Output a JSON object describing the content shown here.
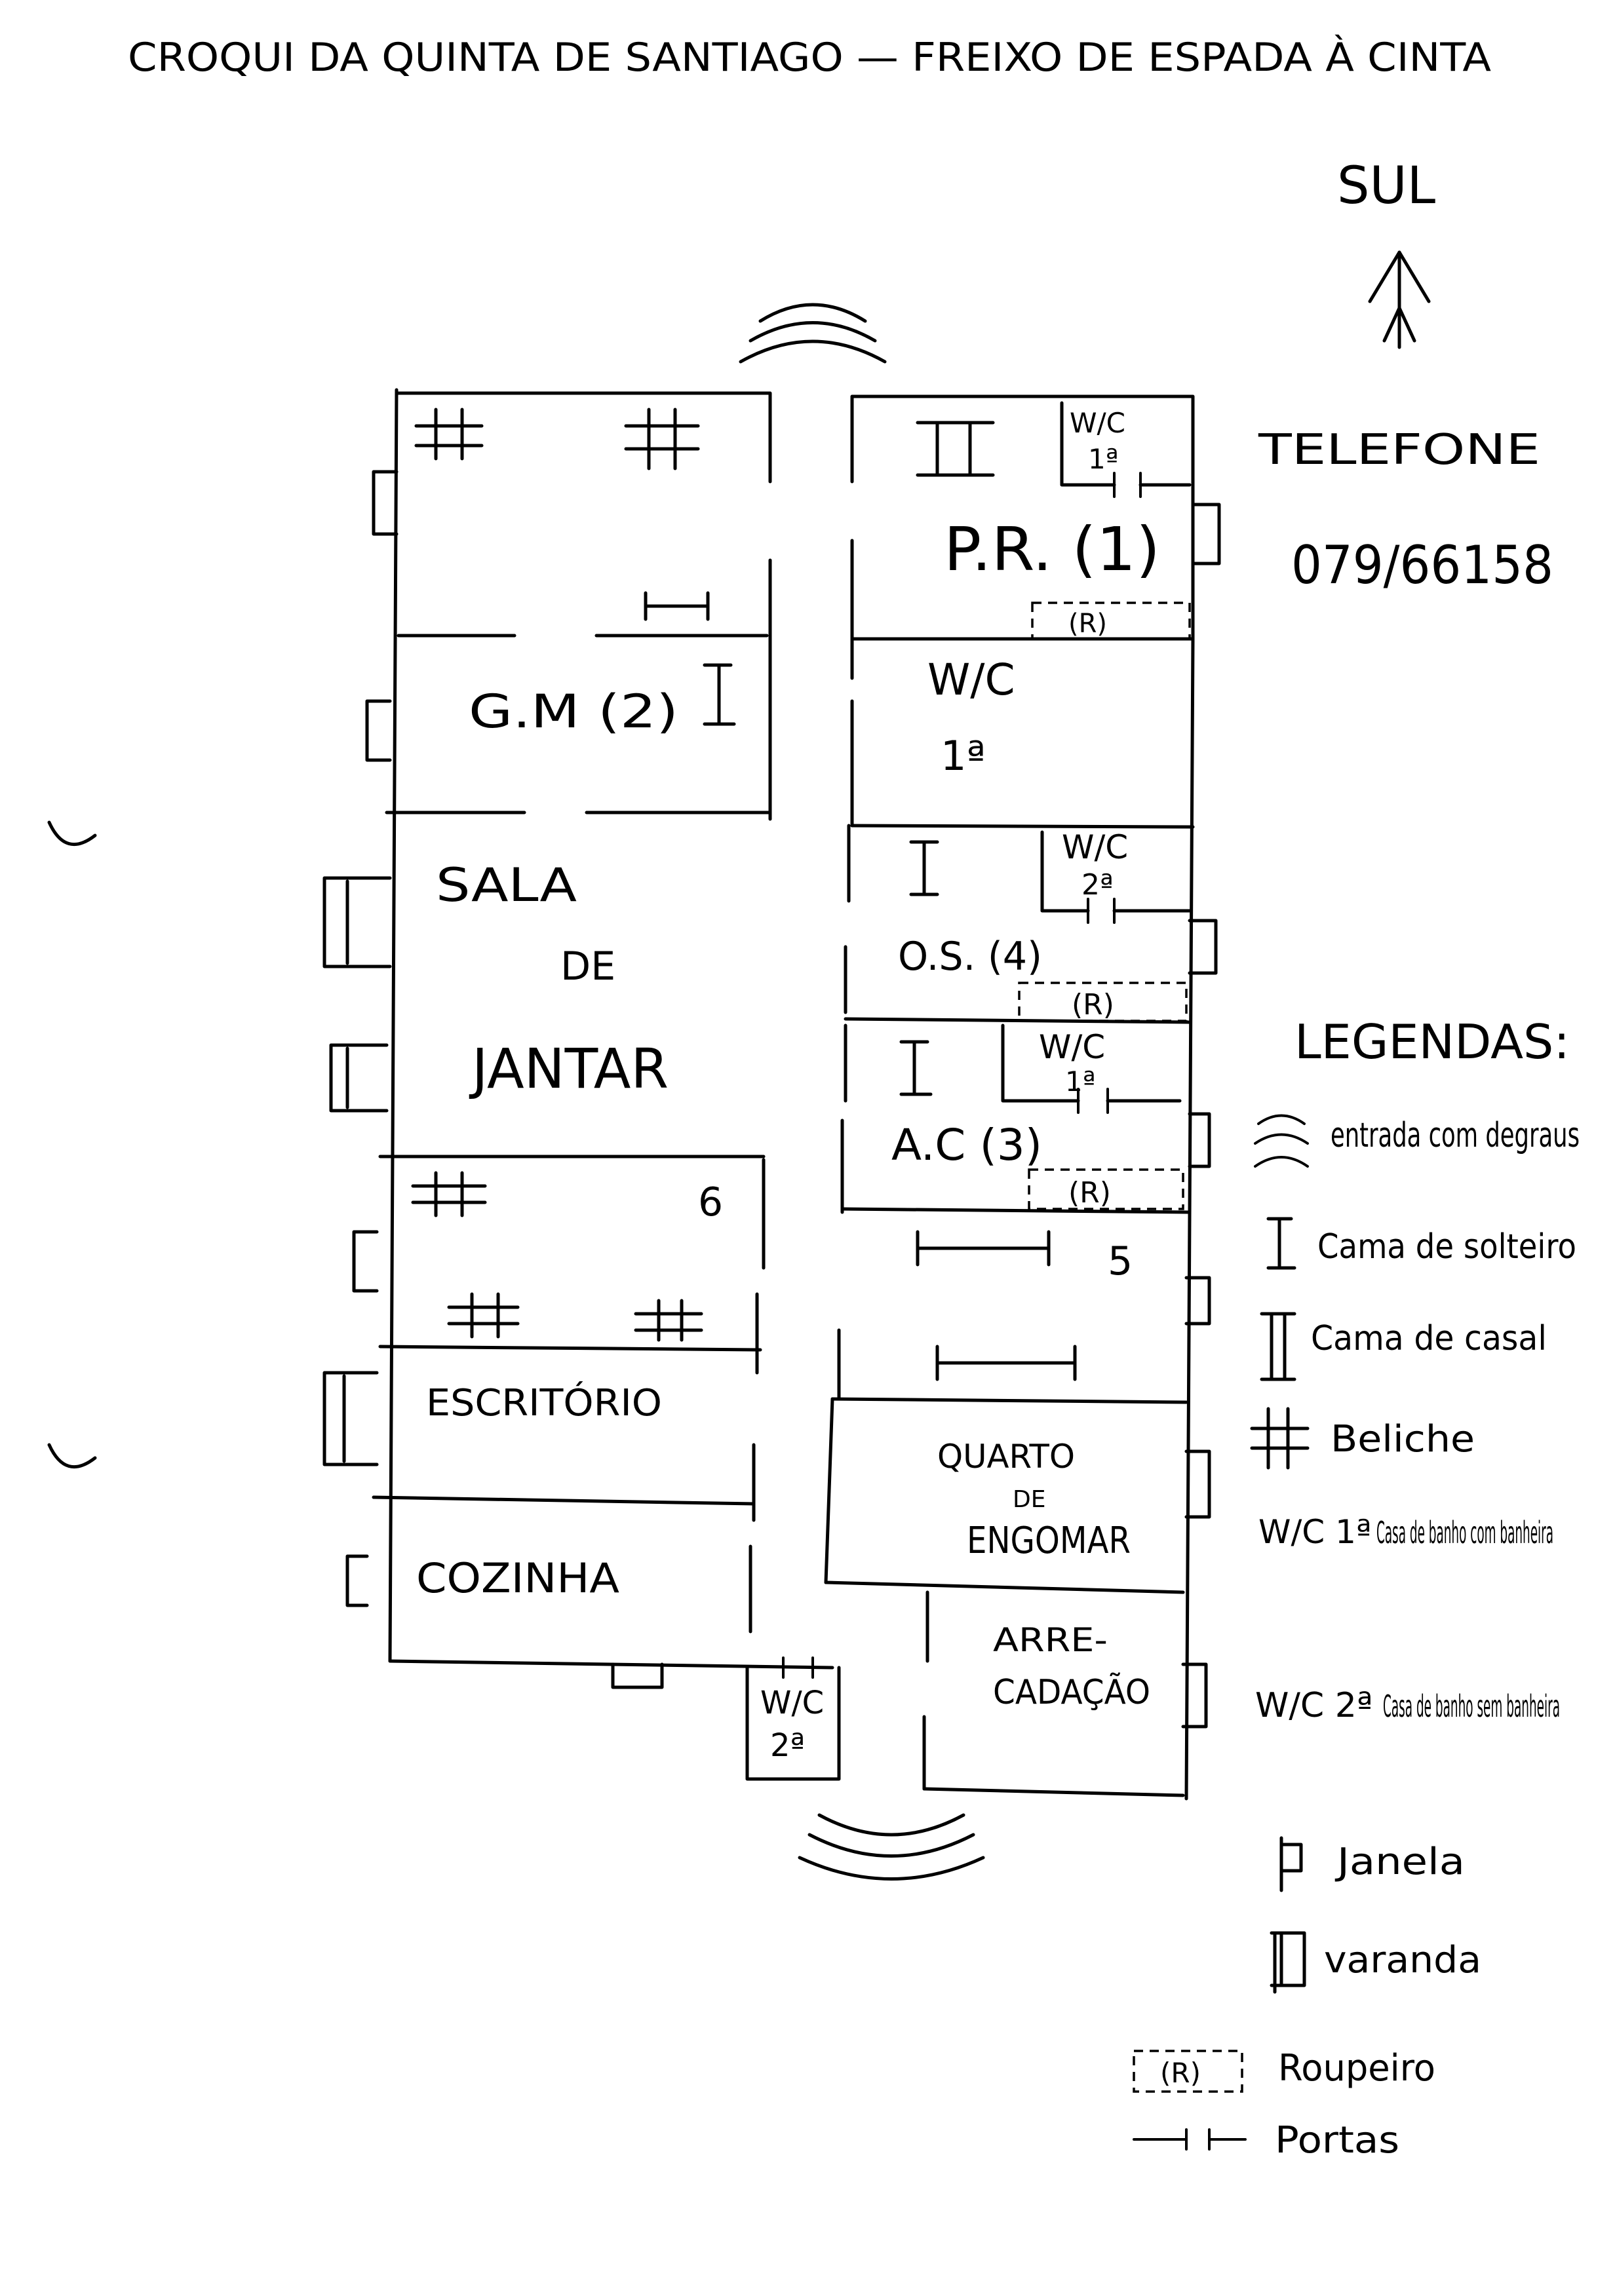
{
  "title": "CROQUI DA QUINTA DE SANTIAGO — FREIXO DE ESPADA À CINTA",
  "orientation": "SUL",
  "telefone": {
    "label": "TELEFONE",
    "number": "079/66158"
  },
  "rooms": {
    "pr": "P.R. (1)",
    "pr_wc": "W/C",
    "pr_wc_sub": "1ª",
    "gm": "G.M (2)",
    "wc_big": "W/C",
    "wc_big_sub": "1ª",
    "sala_1": "SALA",
    "sala_2": "DE",
    "sala_3": "JANTAR",
    "os": "O.S. (4)",
    "os_wc": "W/C",
    "os_wc_sub": "2ª",
    "ac": "A.C (3)",
    "ac_wc": "W/C",
    "ac_wc_sub": "1ª",
    "room6": "6",
    "room5": "5",
    "escritorio": "ESCRITÓRIO",
    "cozinha": "COZINHA",
    "quarto_1": "QUARTO",
    "quarto_2": "DE",
    "quarto_3": "ENGOMAR",
    "arrec_1": "ARRE-",
    "arrec_2": "CADAÇÃO",
    "wc_small": "W/C",
    "wc_small_sub": "2ª",
    "roupeiro": "(R)"
  },
  "legend": {
    "title": "LEGENDAS:",
    "entrada": "entrada com degraus",
    "solteiro": "Cama de solteiro",
    "casal": "Cama de casal",
    "beliche": "Beliche",
    "wc1_a": "W/C 1ª",
    "wc1_b": "Casa de banho com banheira",
    "wc2_a": "W/C 2ª",
    "wc2_b": "Casa de banho sem banheira",
    "janela": "Janela",
    "varanda": "varanda",
    "roupeiro_sym": "(R)",
    "roupeiro": "Roupeiro",
    "portas": "Portas"
  }
}
